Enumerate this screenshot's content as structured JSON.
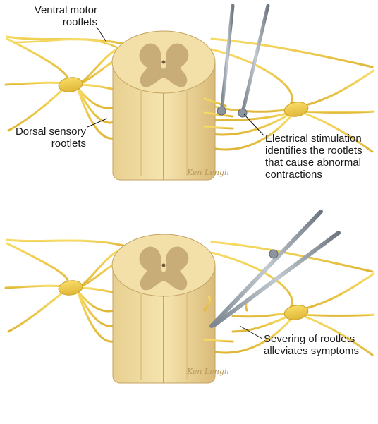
{
  "colors": {
    "nerve": "#f3cf4a",
    "nerve_dark": "#c9a126",
    "cord_white": "#f3e0a8",
    "cord_white_dark": "#dcc07f",
    "cord_grey": "#c9ad78",
    "instrument": "#9aa3ad",
    "instrument_dark": "#5f6871",
    "leader": "#1a1a1a"
  },
  "labels": {
    "ventral_motor": [
      "Ventral motor",
      "rootlets"
    ],
    "dorsal_sensory": [
      "Dorsal sensory",
      "rootlets"
    ],
    "stimulation": [
      "Electrical stimulation",
      "identifies the rootlets",
      "that cause abnormal",
      "contractions"
    ],
    "severing": [
      "Severing of rootlets",
      "alleviates symptoms"
    ]
  },
  "signature": "Ken Lengh"
}
